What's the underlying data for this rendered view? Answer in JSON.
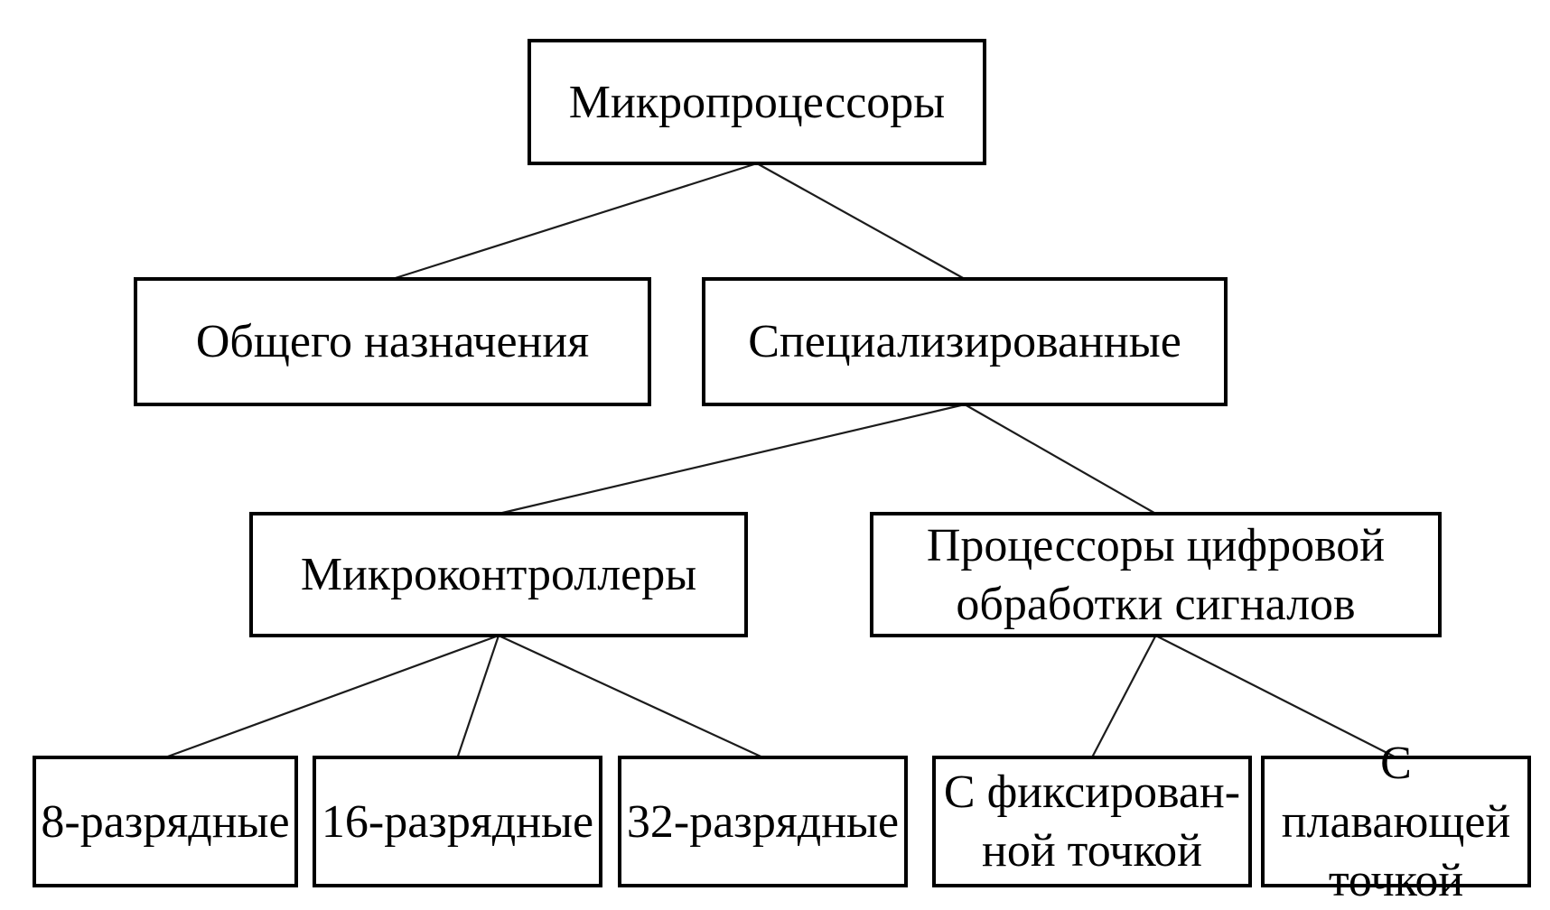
{
  "diagram": {
    "type": "tree",
    "nodes": [
      {
        "id": "microprocessors",
        "label": "Микропроцессоры"
      },
      {
        "id": "general-purpose",
        "label": "Общего назначения"
      },
      {
        "id": "specialized",
        "label": "Специализированные"
      },
      {
        "id": "microcontrollers",
        "label": "Микроконтроллеры"
      },
      {
        "id": "dsp",
        "label": "Процессоры цифровой\nобработки сигналов"
      },
      {
        "id": "bit8",
        "label": "8-разрядные"
      },
      {
        "id": "bit16",
        "label": "16-разрядные"
      },
      {
        "id": "bit32",
        "label": "32-разрядные"
      },
      {
        "id": "fixed-point",
        "label": "С фиксирован-\nной точкой"
      },
      {
        "id": "floating-point",
        "label": "С плавающей\nточкой"
      }
    ],
    "edges": [
      {
        "from": "microprocessors",
        "to": "general-purpose"
      },
      {
        "from": "microprocessors",
        "to": "specialized"
      },
      {
        "from": "specialized",
        "to": "microcontrollers"
      },
      {
        "from": "specialized",
        "to": "dsp"
      },
      {
        "from": "microcontrollers",
        "to": "bit8"
      },
      {
        "from": "microcontrollers",
        "to": "bit16"
      },
      {
        "from": "microcontrollers",
        "to": "bit32"
      },
      {
        "from": "dsp",
        "to": "fixed-point"
      },
      {
        "from": "dsp",
        "to": "floating-point"
      }
    ],
    "colors": {
      "background": "#ffffff",
      "box_border": "#000000",
      "text": "#000000",
      "line": "#1c1c1c"
    }
  }
}
